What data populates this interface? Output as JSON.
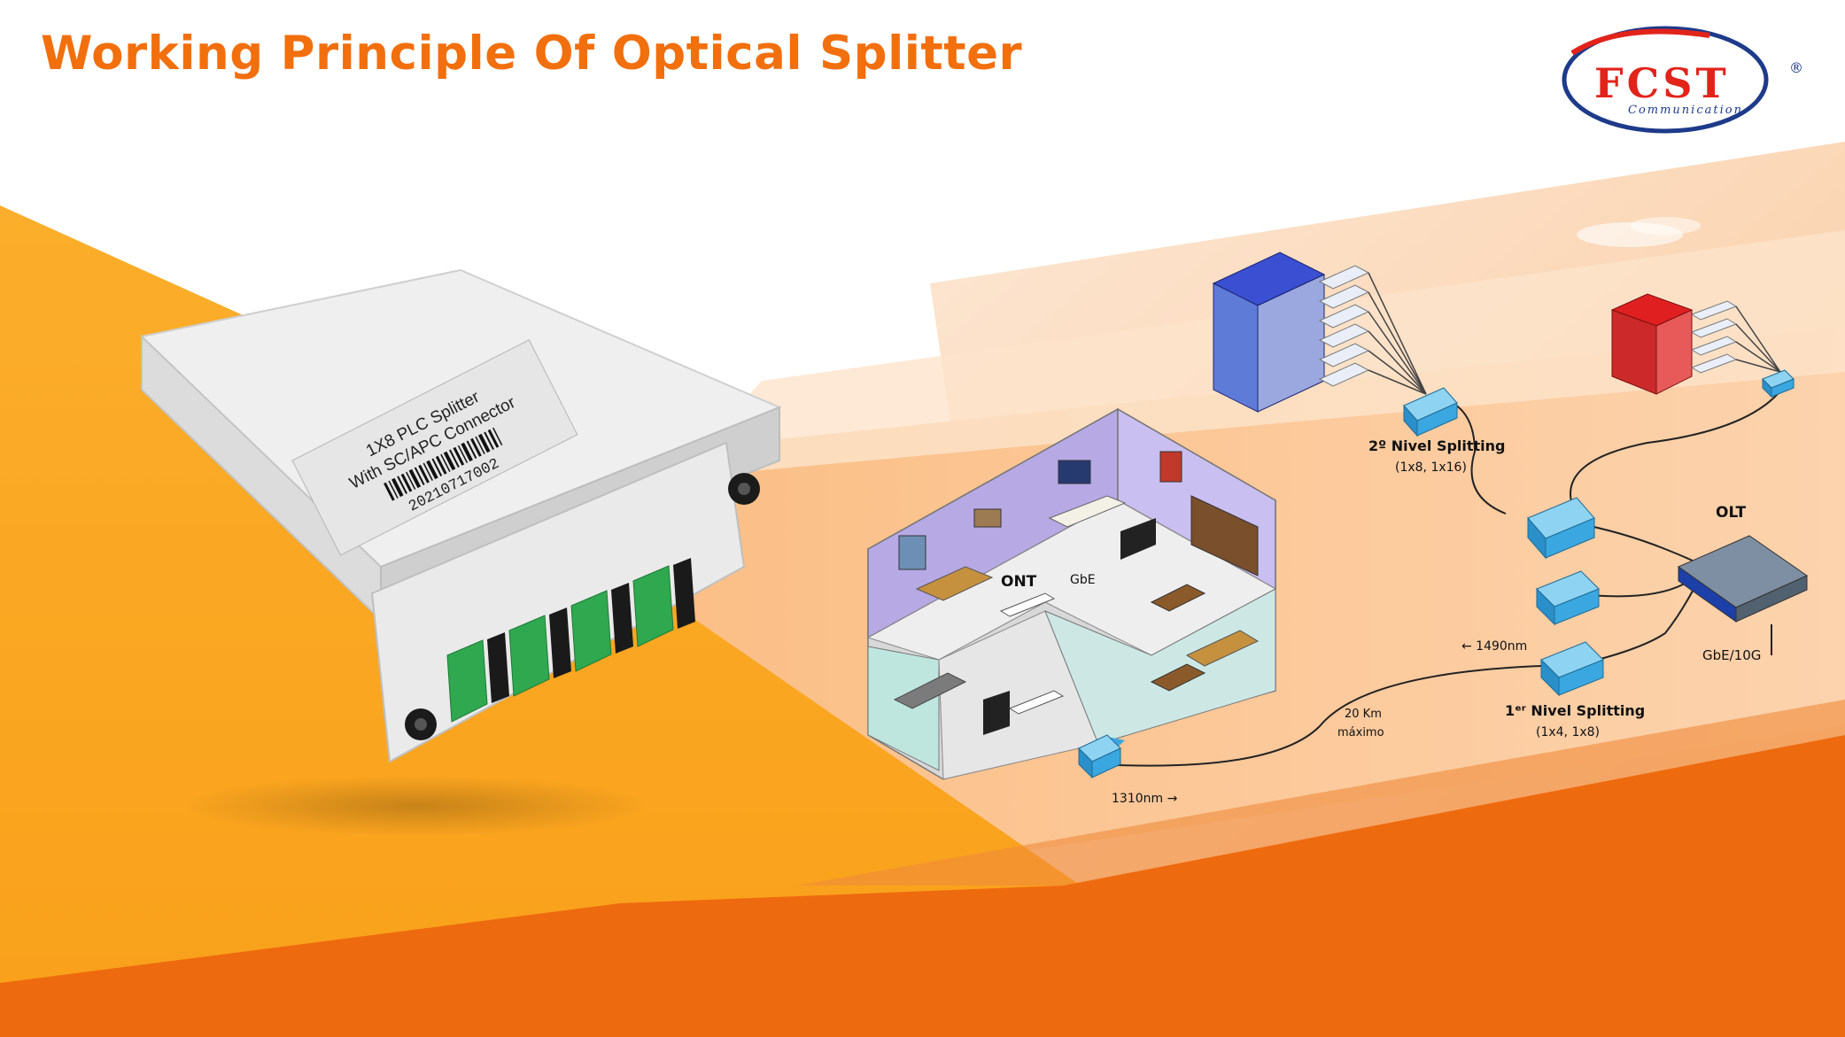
{
  "title": "Working Principle Of Optical Splitter",
  "logo": {
    "name": "FCST",
    "sub": "Communication",
    "mark": "®"
  },
  "device_label": {
    "line1": "1X8 PLC Splitter",
    "line2": "With SC/APC Connector",
    "serial": "20210717002"
  },
  "network": {
    "ont": "ONT",
    "gbe": "GbE",
    "olt": "OLT",
    "olt_port": "GbE/10G",
    "level2": "2º Nivel Splitting",
    "level2_ratio": "(1x8, 1x16)",
    "level1": "1ᵉʳ Nivel Splitting",
    "level1_ratio": "(1x4, 1x8)",
    "downstream": "← 1490nm",
    "upstream": "1310nm →",
    "distance1": "20 Km",
    "distance2": "máximo"
  },
  "colors": {
    "accent": "#f26f0d",
    "orange": "#faa61a",
    "deep_orange": "#ee6a0e",
    "splitter_green": "#2fa84f",
    "splitter_blue": "#3aa7e0",
    "logo_blue": "#1e3a8a",
    "logo_red": "#e2231a"
  }
}
